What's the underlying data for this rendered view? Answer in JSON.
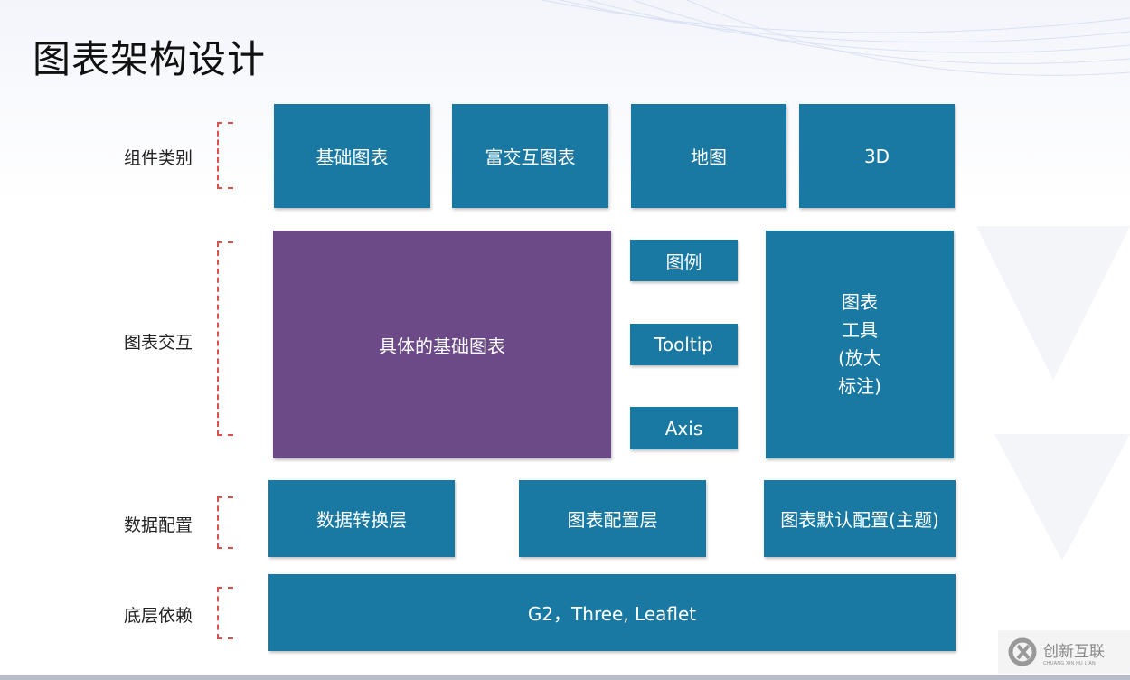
{
  "title": "图表架构设计",
  "rows": {
    "components": {
      "label": "组件类别",
      "boxes": [
        "基础图表",
        "富交互图表",
        "地图",
        "3D"
      ]
    },
    "interaction": {
      "label": "图表交互",
      "main": "具体的基础图表",
      "small": [
        "图例",
        "Tooltip",
        "Axis"
      ],
      "tools": [
        "图表",
        "工具",
        "(放大",
        "标注)"
      ]
    },
    "data_config": {
      "label": "数据配置",
      "boxes": [
        "数据转换层",
        "图表配置层",
        "图表默认配置(主题)"
      ]
    },
    "dependencies": {
      "label": "底层依赖",
      "box": "G2，Three, Leaflet"
    }
  },
  "watermark": {
    "name": "创新互联",
    "sub": "CHUANG XIN HU LIAN"
  },
  "colors": {
    "box": "#1a79a2",
    "highlight": "#6c4a88",
    "bracket": "#e0504a"
  }
}
